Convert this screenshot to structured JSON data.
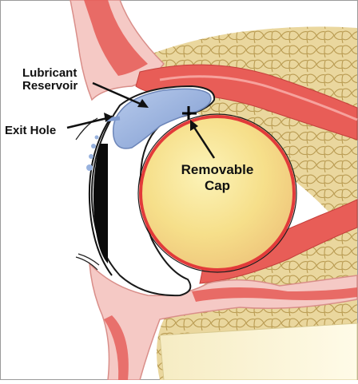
{
  "labels": {
    "lubricant_reservoir": [
      "Lubricant",
      "Reservoir"
    ],
    "exit_hole": "Exit Hole",
    "removable_cap": [
      "Removable",
      "Cap"
    ]
  },
  "colors": {
    "skin_pink": "#f5c9c5",
    "muscle_red": "#e2504c",
    "fat_yellow": "#e9d59c",
    "fat_cell_line": "#b89a4f",
    "reservoir_blue": "#98b2de",
    "sphere_yellow": "#f6df8a",
    "sphere_rim": "#e23a3a",
    "lens_black": "#0a0a0a",
    "bone_cream": "#fbf4d6"
  }
}
